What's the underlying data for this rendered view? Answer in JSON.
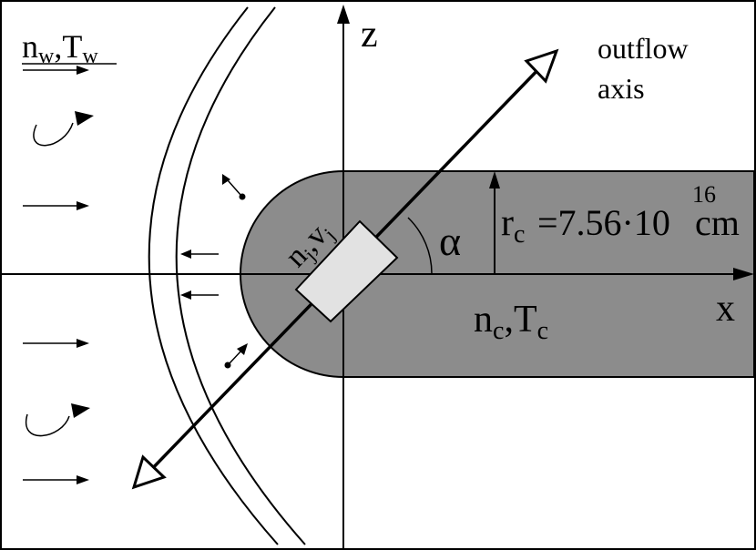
{
  "labels": {
    "wind_n": "n",
    "wind_n_sub": "w",
    "wind_sep": ",",
    "wind_T": "T",
    "wind_T_sub": "w",
    "z_axis": "z",
    "x_axis": "x",
    "outflow_line1": "outflow",
    "outflow_line2": "axis",
    "jet_n": "n",
    "jet_n_sub": "j",
    "jet_sep": ",",
    "jet_v": "v",
    "jet_v_sub": "j",
    "angle": "α",
    "radius_r": "r",
    "radius_r_sub": "c",
    "radius_eq": "=7.56·10",
    "radius_exp": "16",
    "radius_unit": "cm",
    "cloud_n": "n",
    "cloud_n_sub": "c",
    "cloud_sep": ",",
    "cloud_T": "T",
    "cloud_T_sub": "c"
  },
  "colors": {
    "cloud_fill": "#8c8c8c",
    "jet_box_fill": "#e2e2e2",
    "ink": "#000000",
    "background": "#ffffff"
  }
}
